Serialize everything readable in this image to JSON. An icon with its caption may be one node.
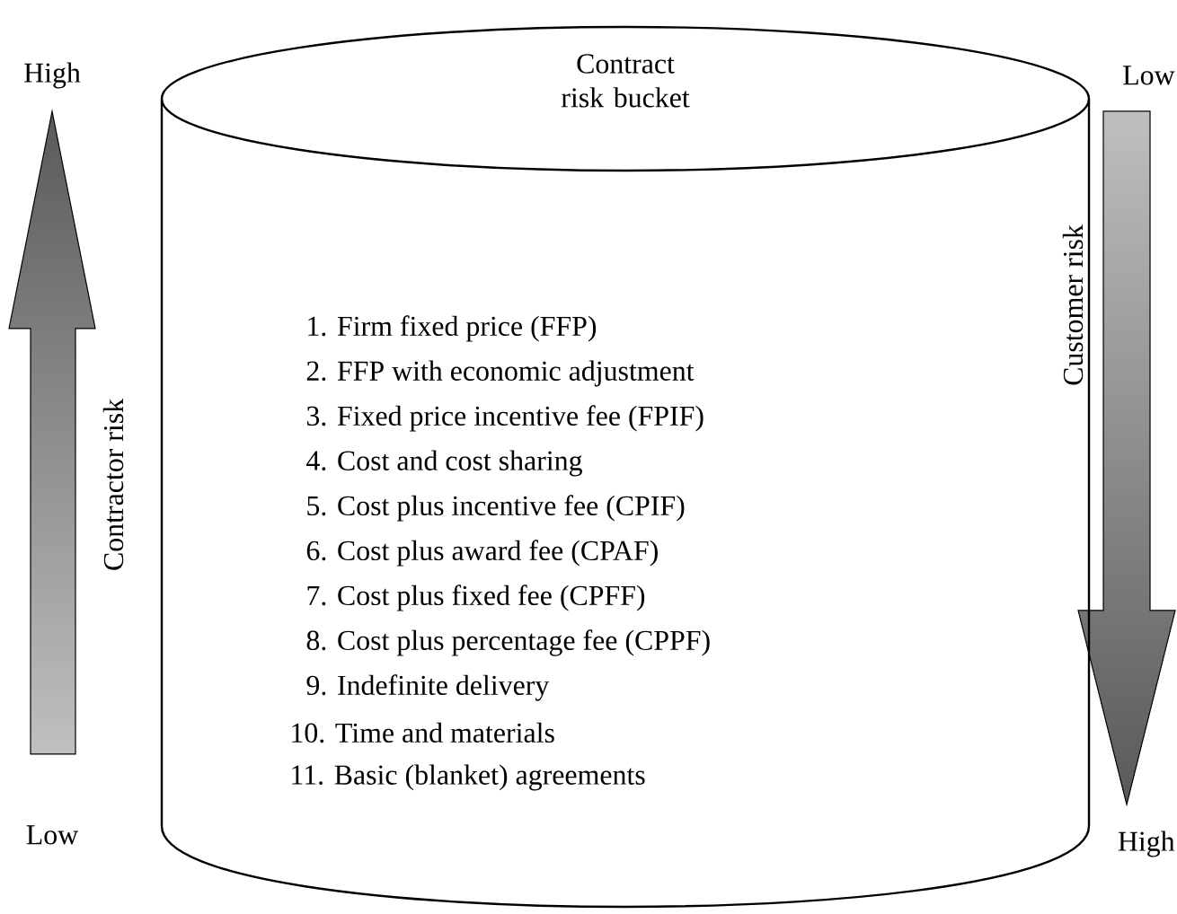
{
  "diagram": {
    "nodes": [
      {
        "text": [
          "Contract risk bucket",
          "1. Firm fixed price (FFP)",
          "2. FFP with economic adjustment",
          "3. Fixed price incentive fee (FPIF)",
          "4. Cost and cost sharing",
          "5. Cost plus incentive fee (CPIF)",
          "6. Cost plus award fee (CPAF)",
          "7. Cost plus fixed fee (CPFF)",
          "8. Cost plus percentage fee (CPPF)",
          "9. Indefinite delivery",
          "10. Time and materials",
          "11. Basic (blanket) agreements"
        ]
      }
    ],
    "labels": [
      "High",
      "Low",
      "Contractor risk",
      "Low",
      "Customer risk",
      "High"
    ]
  }
}
